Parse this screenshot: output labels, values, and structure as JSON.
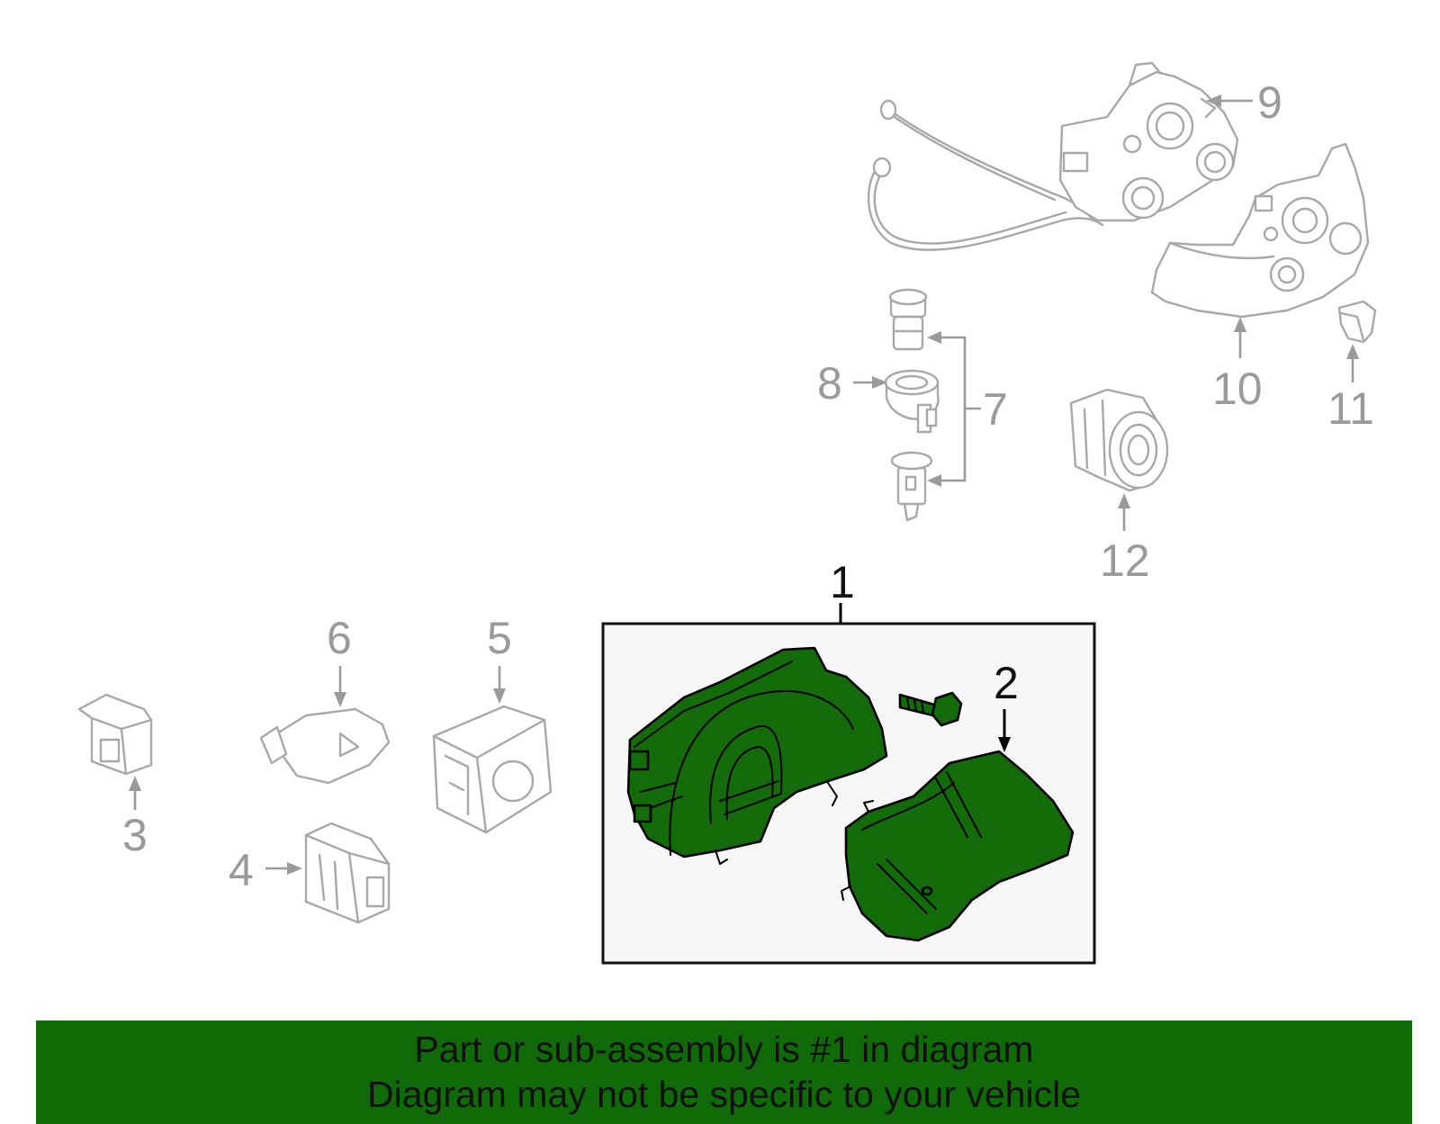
{
  "callouts": {
    "c1": "1",
    "c2": "2",
    "c3": "3",
    "c4": "4",
    "c5": "5",
    "c6": "6",
    "c7": "7",
    "c8": "8",
    "c9": "9",
    "c10": "10",
    "c11": "11",
    "c12": "12"
  },
  "banner": {
    "line1": "Part or sub-assembly is #1 in diagram",
    "line2": "Diagram may not be specific to your vehicle"
  },
  "colors": {
    "highlight_part": "#136b0a",
    "banner_background": "#116a08",
    "other_parts": "#a8a8a8"
  }
}
